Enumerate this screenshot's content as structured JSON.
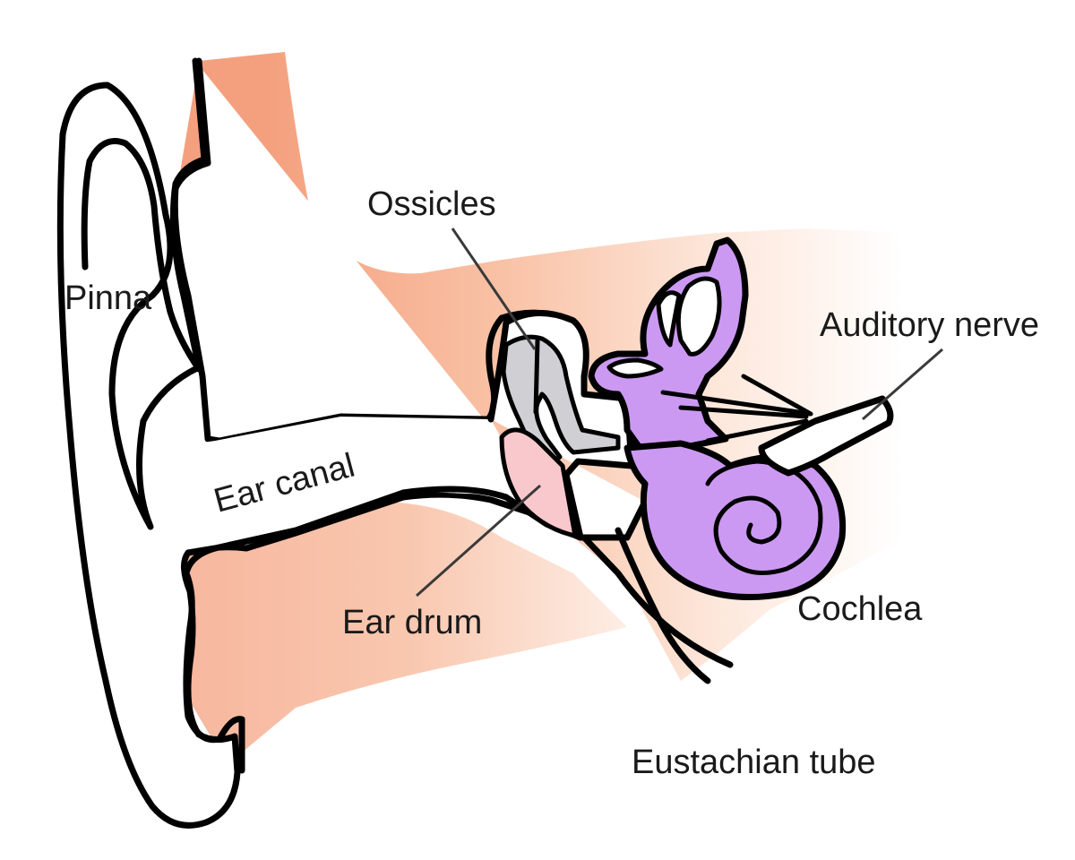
{
  "colors": {
    "skin": "#f4a07e",
    "skin_fade": "#fde8dc",
    "ossicles": "#cfcfd4",
    "ear_drum": "#f8c8cc",
    "inner_ear": "#cc99f2",
    "outline": "#000000",
    "label_text": "#1a1a1a",
    "leader_line": "#3a3a3a"
  },
  "labels": {
    "pinna": "Pinna",
    "ear_canal": "Ear canal",
    "ossicles": "Ossicles",
    "ear_drum": "Ear drum",
    "auditory_nerve": "Auditory nerve",
    "cochlea": "Cochlea",
    "eustachian_tube": "Eustachian tube"
  }
}
